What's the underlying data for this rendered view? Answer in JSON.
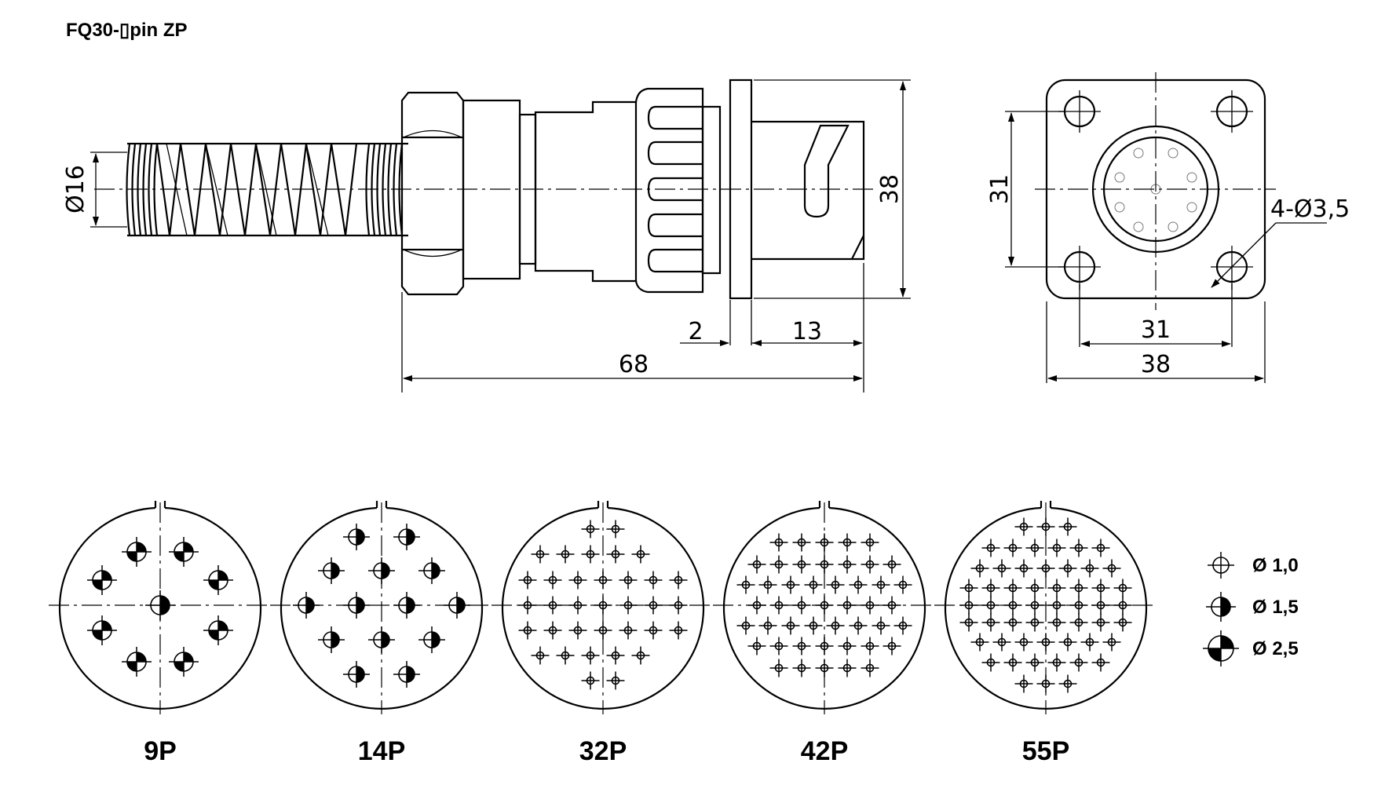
{
  "title": "FQ30-▯pin ZP",
  "side_view": {
    "dim_dia": "Ø16",
    "dim_height": "38",
    "dim_flange": "2",
    "dim_body": "13",
    "dim_length": "68"
  },
  "front_view": {
    "dim_hole_pitch_v": "31",
    "dim_holes": "4-Ø3,5",
    "dim_hole_pitch_h": "31",
    "dim_width": "38"
  },
  "layouts": [
    {
      "label": "9P"
    },
    {
      "label": "14P"
    },
    {
      "label": "32P"
    },
    {
      "label": "42P"
    },
    {
      "label": "55P"
    }
  ],
  "legend": [
    {
      "icon": "pin-1.0-icon",
      "label": "Ø  1,0"
    },
    {
      "icon": "pin-1.5-icon",
      "label": "Ø  1,5"
    },
    {
      "icon": "pin-2.5-icon",
      "label": "Ø  2,5"
    }
  ]
}
